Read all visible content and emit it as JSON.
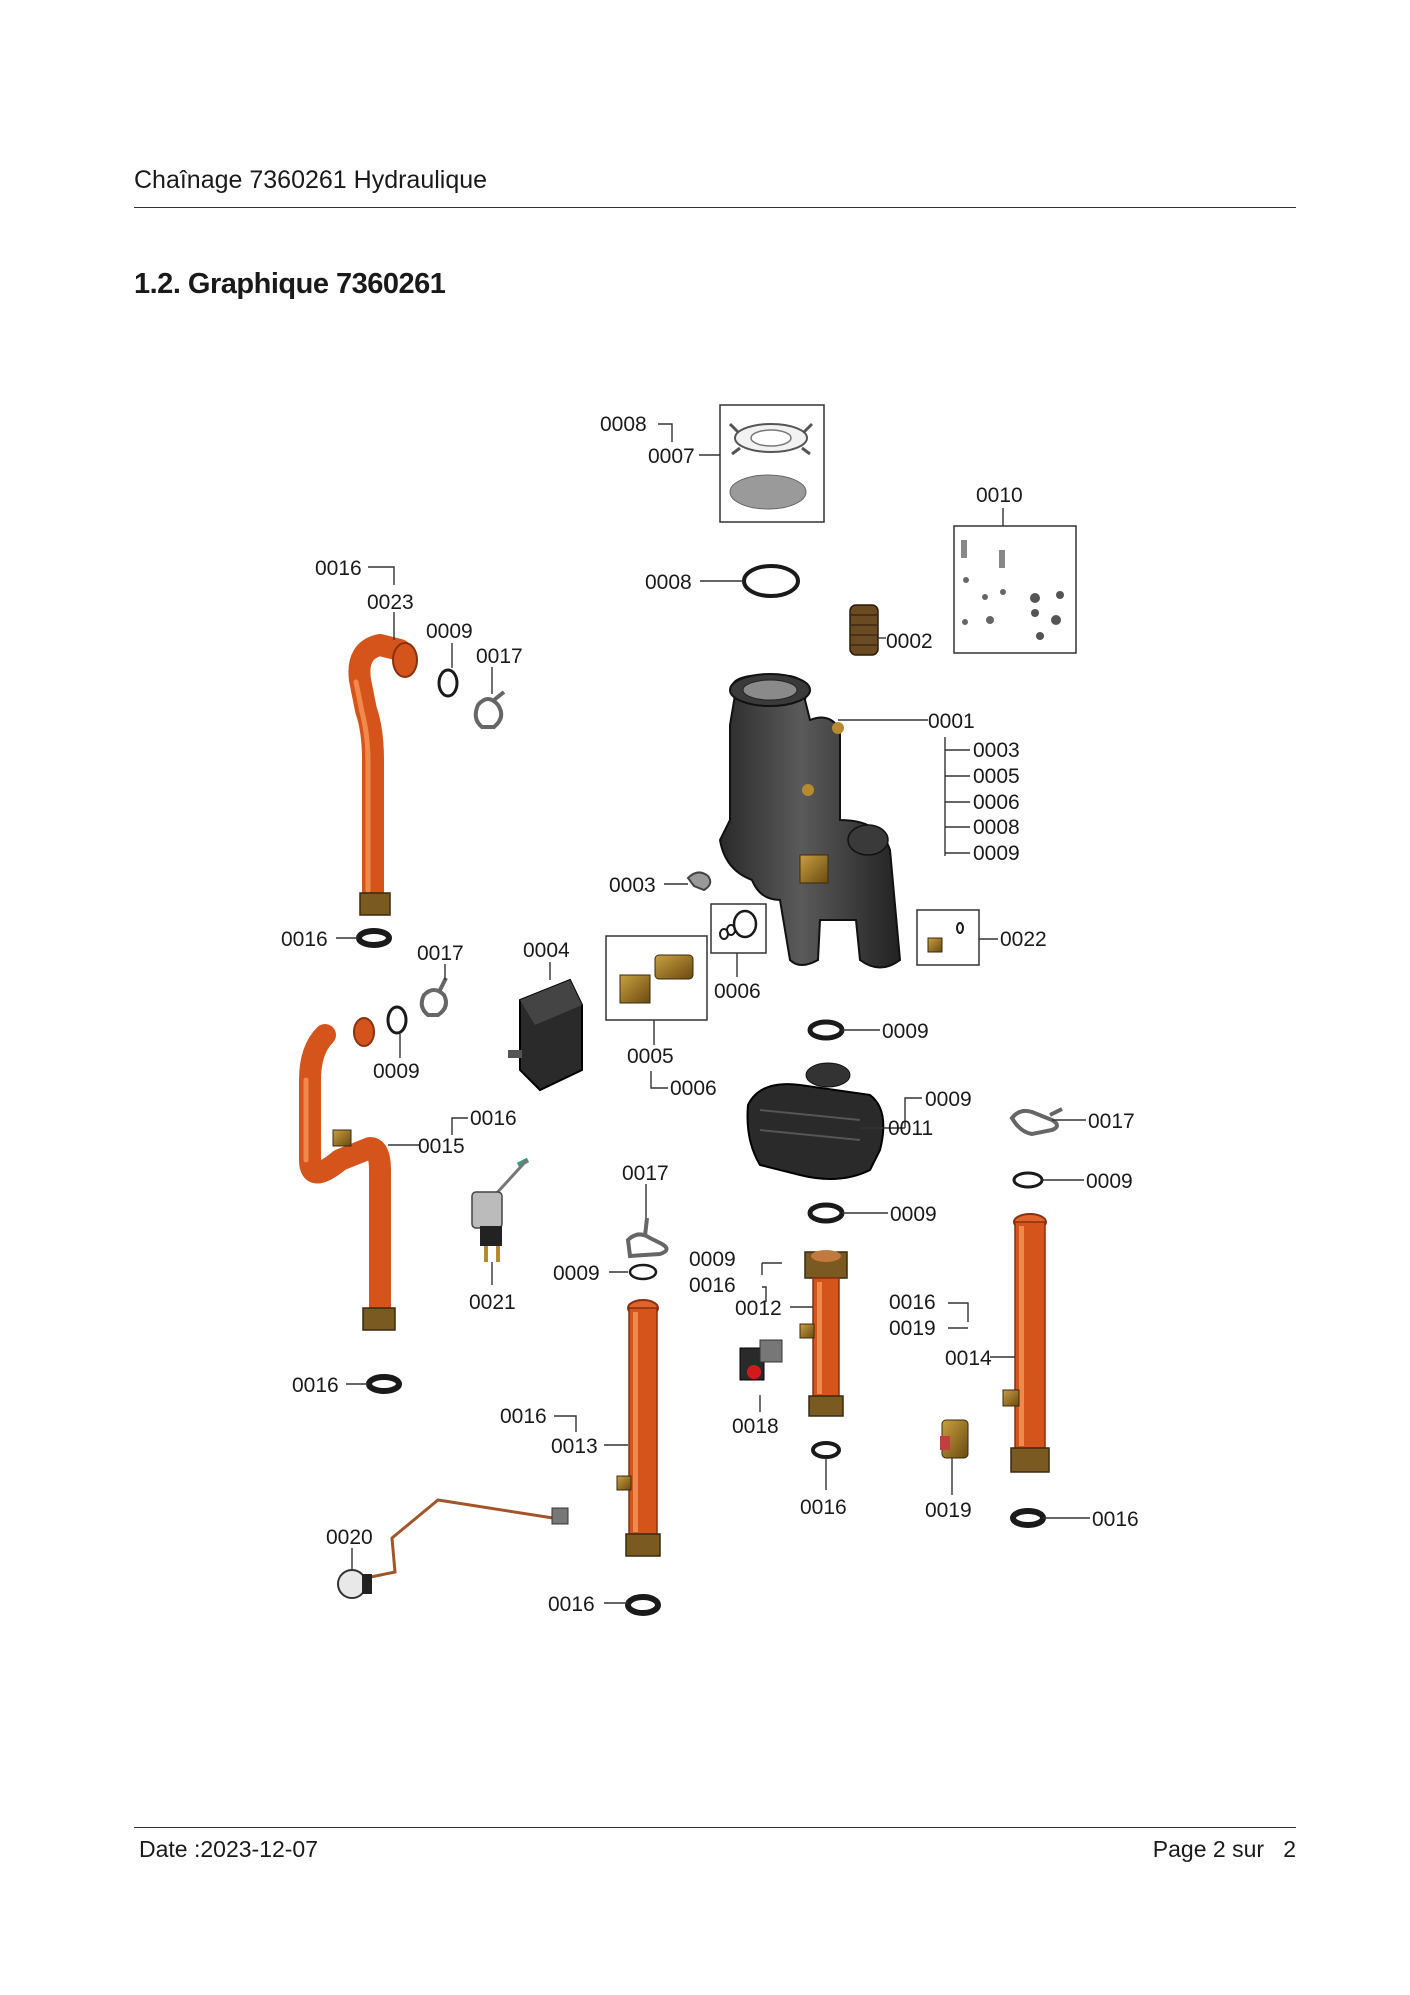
{
  "header": {
    "title": "Chaînage 7360261 Hydraulique"
  },
  "section": {
    "title": "1.2. Graphique 7360261"
  },
  "diagram": {
    "labels": {
      "l0008a": "0008",
      "l0007": "0007",
      "l0010": "0010",
      "l0008b": "0008",
      "l0002": "0002",
      "l0016a": "0016",
      "l0023": "0023",
      "l0009a": "0009",
      "l0017a": "0017",
      "l0001": "0001",
      "l0003a": "0003",
      "l0005a": "0005",
      "l0006a": "0006",
      "l0008c": "0008",
      "l0009b": "0009",
      "l0003b": "0003",
      "l0006b": "0006",
      "l0022": "0022",
      "l0016b": "0016",
      "l0017b": "0017",
      "l0004": "0004",
      "l0009c": "0009",
      "l0005b": "0005",
      "l0006c": "0006",
      "l0009d": "0009",
      "l0009e": "0009",
      "l0011": "0011",
      "l0017c": "0017",
      "l0009f": "0009",
      "l0016c": "0016",
      "l0015": "0015",
      "l0017d": "0017",
      "l0009g": "0009",
      "l0021": "0021",
      "l0009h": "0009",
      "l0009i": "0009",
      "l0016d": "0016",
      "l0012": "0012",
      "l0016e": "0016",
      "l0019a": "0019",
      "l0014": "0014",
      "l0016f": "0016",
      "l0016g": "0016",
      "l0013": "0013",
      "l0018": "0018",
      "l0016h": "0016",
      "l0019b": "0019",
      "l0016i": "0016",
      "l0020": "0020",
      "l0016j": "0016"
    }
  },
  "footer": {
    "date": "Date :2023-12-07",
    "page": "Page 2 sur   2"
  }
}
